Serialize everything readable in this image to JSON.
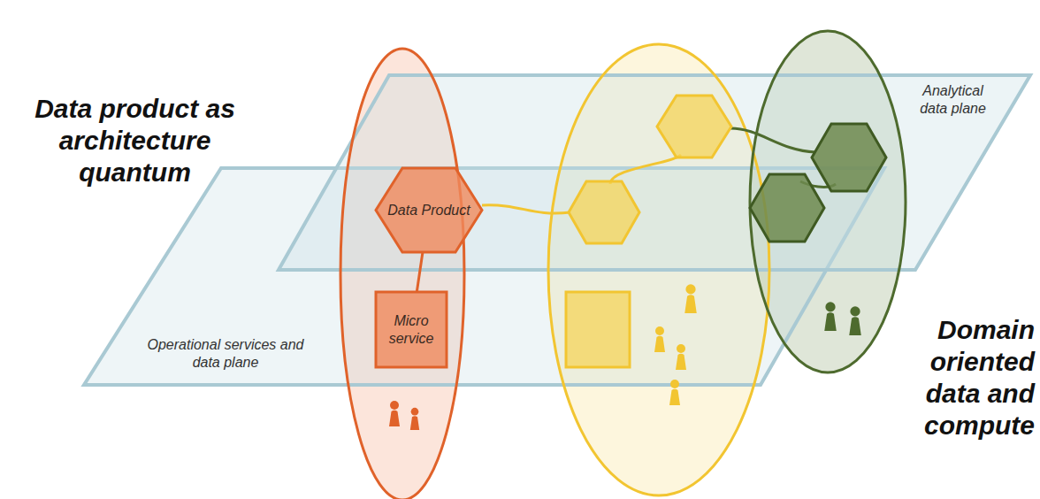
{
  "diagram": {
    "nodes": [
      {
        "text": [
          "Data Product"
        ]
      },
      {
        "text": [
          "Micro service"
        ]
      }
    ],
    "edges": [
      {
        "from": 0,
        "to": 1,
        "arrow": "none"
      }
    ],
    "labels": [
      "Data product as architecture quantum",
      "Domain oriented data and compute",
      "Analytical data plane",
      "Operational services and data plane"
    ]
  }
}
